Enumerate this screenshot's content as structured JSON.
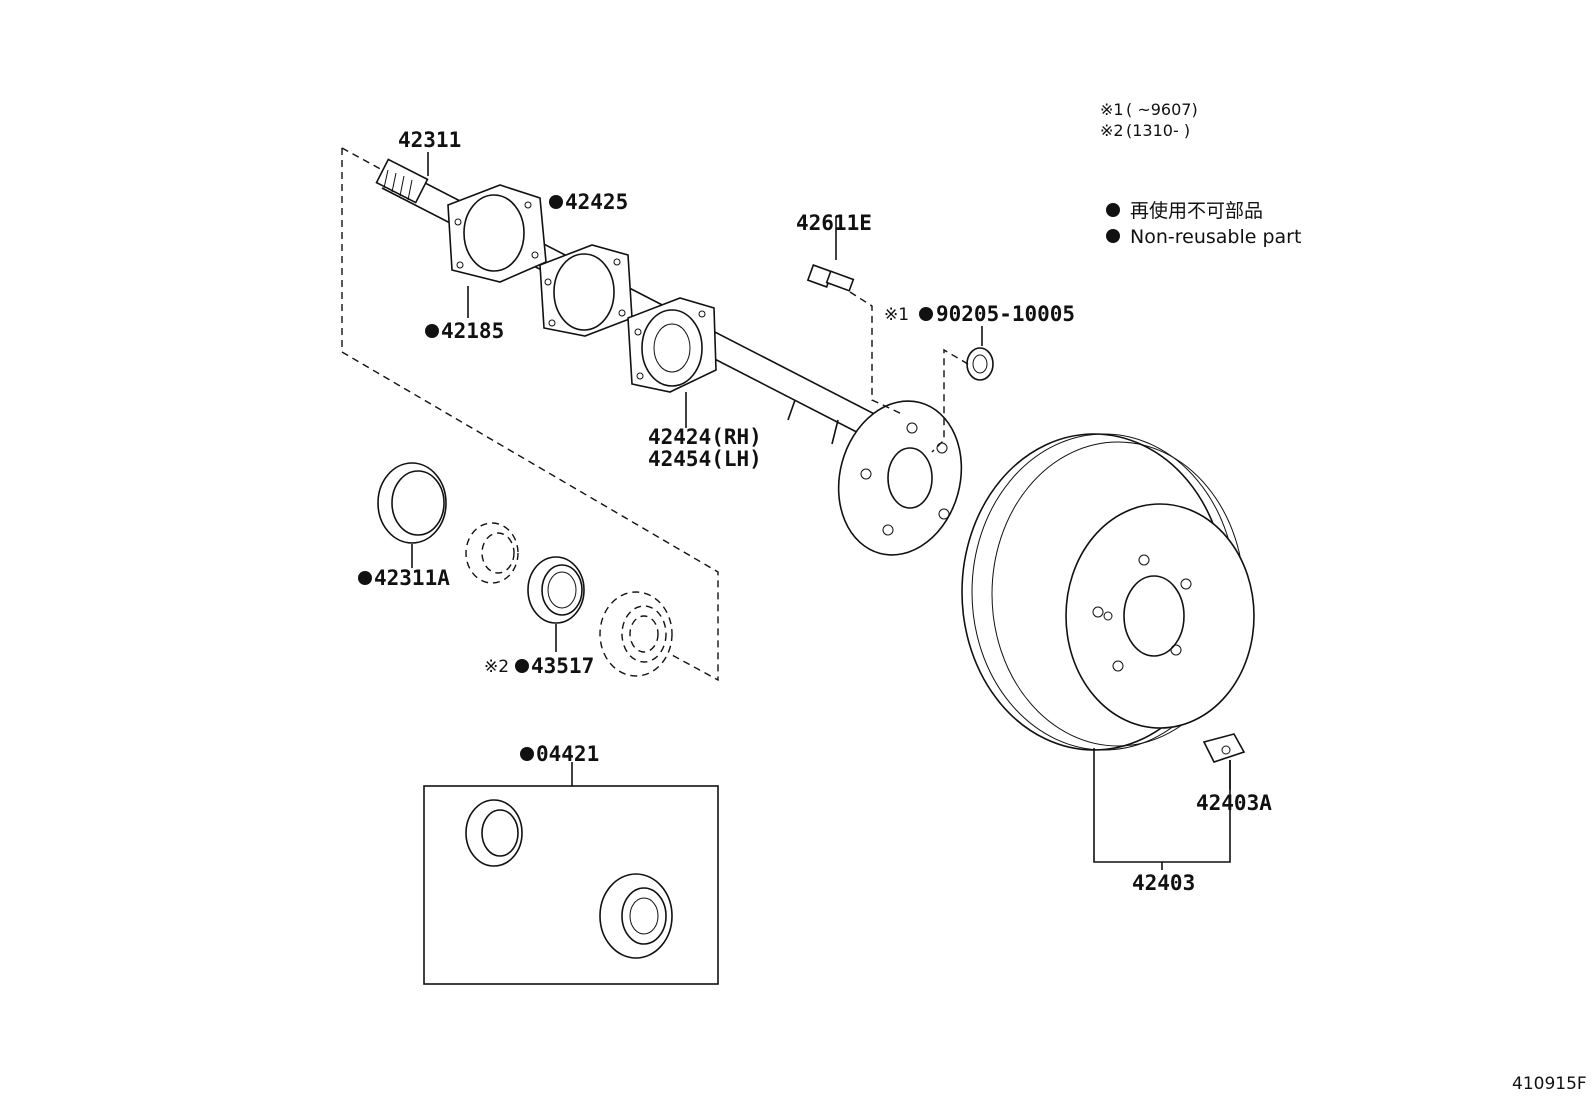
{
  "notes": {
    "note1_mark": "※1",
    "note1_text": "(       ~9607)",
    "note2_mark": "※2",
    "note2_text": "(1310-       )"
  },
  "legend": {
    "jp": "再使用不可部品",
    "en": "Non-reusable part"
  },
  "parts": {
    "p42311": "42311",
    "p42425": "42425",
    "p42185": "42185",
    "p42611E": "42611E",
    "p90205_mark": "※1",
    "p90205": "90205-10005",
    "p42424": "42424(RH)",
    "p42454": "42454(LH)",
    "p42311A": "42311A",
    "p43517_mark": "※2",
    "p43517": "43517",
    "p04421": "04421",
    "p42403A": "42403A",
    "p42403": "42403"
  },
  "diagram_code": "410915F"
}
